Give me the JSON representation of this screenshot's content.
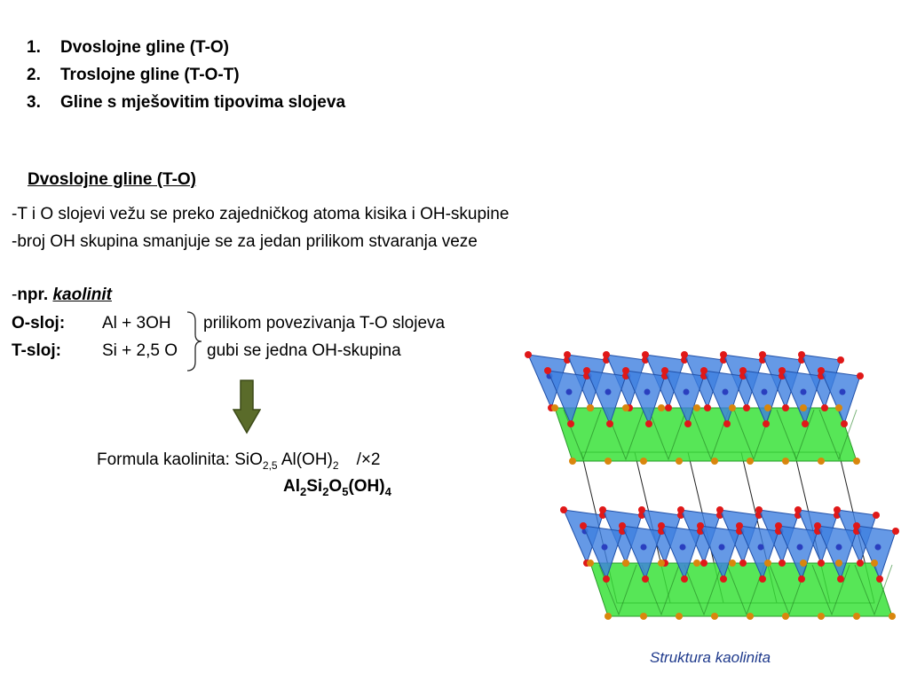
{
  "list": [
    {
      "num": "1.",
      "text": "Dvoslojne gline (T-O)"
    },
    {
      "num": "2.",
      "text": "Troslojne gline (T-O-T)"
    },
    {
      "num": "3.",
      "text": "Gline s mješovitim tipovima slojeva"
    }
  ],
  "heading": "Dvoslojne gline (T-O)",
  "lines": [
    "-T i O slojevi vežu se preko zajedničkog atoma kisika i OH-skupine",
    "-broj OH skupina smanjuje se za jedan prilikom stvaranja veze"
  ],
  "example": {
    "dash": "-",
    "prefix": "npr. ",
    "name": "kaolinit"
  },
  "o_layer": {
    "label": "O-sloj:",
    "formula": "Al + 3OH"
  },
  "t_layer": {
    "label": "T-sloj:",
    "formula": "Si + 2,5 O"
  },
  "notes": [
    "prilikom povezivanja T-O slojeva",
    "gubi se jedna OH-skupina"
  ],
  "formula": {
    "label": "Formula kaolinita: SiO",
    "sub1": "2,5",
    "part2": " Al(OH)",
    "sub2": "2",
    "mult": "/×2"
  },
  "result": {
    "al": "Al",
    "al_sub": "2",
    "si": "Si",
    "si_sub": "2",
    "o": "O",
    "o_sub": "5",
    "oh": "(OH)",
    "oh_sub": "4"
  },
  "caption": "Struktura kaolinita",
  "colors": {
    "arrow": "#5a6b2a",
    "tetrahedra": "#3f7fe0",
    "octahedra": "#39e23a",
    "oxygen": "#e01818",
    "hydroxyl": "#d9860d",
    "caption": "#1f3a8c"
  }
}
